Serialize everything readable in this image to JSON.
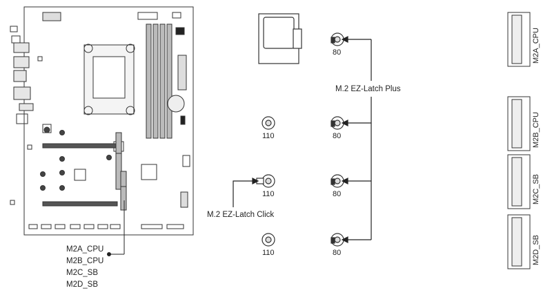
{
  "board": {
    "slot_list": [
      "M2A_CPU",
      "M2B_CPU",
      "M2C_SB",
      "M2D_SB"
    ]
  },
  "standoffs": {
    "size_110": "110",
    "size_80": "80"
  },
  "latches": {
    "plus_label": "M.2 EZ-Latch Plus",
    "click_label": "M.2 EZ-Latch Click"
  },
  "slots": [
    "M2A_CPU",
    "M2B_CPU",
    "M2C_SB",
    "M2D_SB"
  ],
  "colors": {
    "line": "#333333",
    "fill_gray": "#d9d9d9",
    "dark": "#2b2b2b"
  }
}
